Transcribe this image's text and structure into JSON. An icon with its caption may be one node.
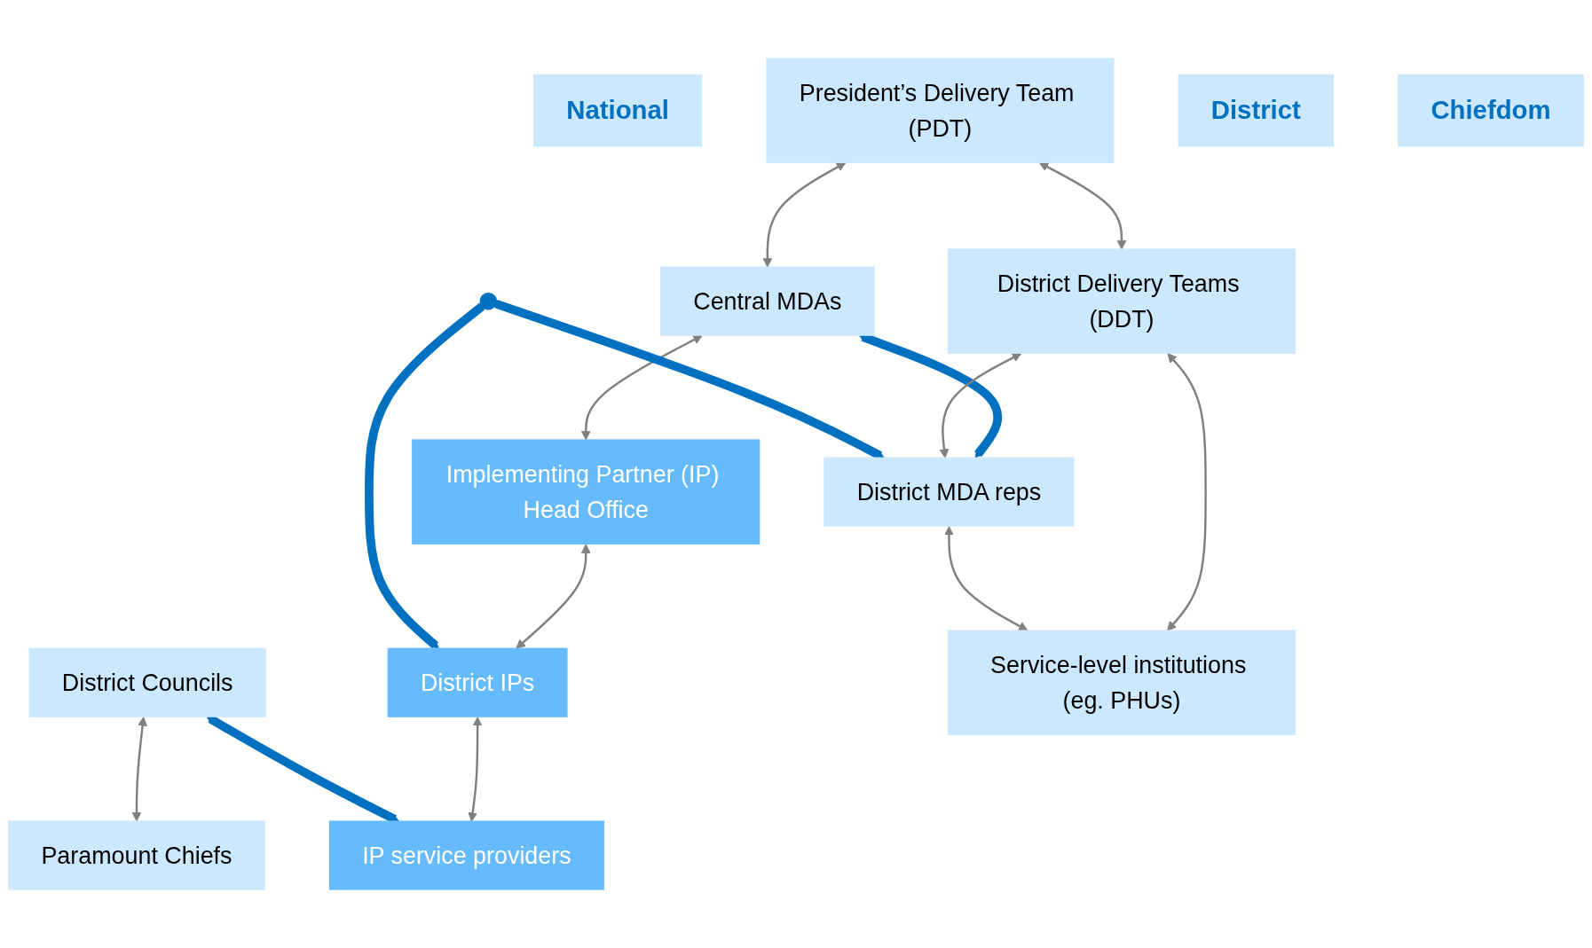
{
  "diagram": {
    "nodes": [
      {
        "text": [
          "National"
        ]
      },
      {
        "text": [
          "President’s Delivery Team (PDT)"
        ]
      },
      {
        "text": [
          "Central MDAs"
        ]
      },
      {
        "text": [
          "Implementing Partner (IP) Head Office"
        ]
      },
      {
        "text": [
          "District"
        ]
      },
      {
        "text": [
          "District Delivery Teams (DDT)"
        ]
      },
      {
        "text": [
          "District Councils"
        ]
      },
      {
        "text": [
          "District MDA reps"
        ]
      },
      {
        "text": [
          "District IPs"
        ]
      },
      {
        "text": [
          "Chiefdom"
        ]
      },
      {
        "text": [
          "Paramount Chiefs"
        ]
      },
      {
        "text": [
          "Service-level institutions (eg. PHUs)"
        ]
      },
      {
        "text": [
          "IP service providers"
        ]
      }
    ],
    "edges": [
      {
        "from": 1,
        "to": 2,
        "arrow": "both"
      },
      {
        "from": 2,
        "to": 3,
        "arrow": "both"
      },
      {
        "from": 1,
        "to": 5,
        "arrow": "both"
      },
      {
        "from": 2,
        "to": 7,
        "arrow": "both",
        "style": "thick",
        "color": "#0070c0"
      },
      {
        "from": 3,
        "to": 8,
        "arrow": "both"
      },
      {
        "from": 5,
        "to": 7,
        "arrow": "both"
      },
      {
        "from": 5,
        "to": 11,
        "arrow": "both"
      },
      {
        "from": 7,
        "to": 11,
        "arrow": "both"
      },
      {
        "from": 6,
        "to": 10,
        "arrow": "both"
      },
      {
        "from": 8,
        "to": 12,
        "arrow": "both"
      },
      {
        "from": 6,
        "to": 12,
        "arrow": "both",
        "style": "thick",
        "color": "#0070c0"
      },
      {
        "from": null,
        "to": 7,
        "arrow": "to",
        "style": "thick",
        "color": "#0070c0"
      },
      {
        "from": null,
        "to": 8,
        "arrow": "to",
        "style": "thick",
        "color": "#0070c0"
      }
    ]
  }
}
